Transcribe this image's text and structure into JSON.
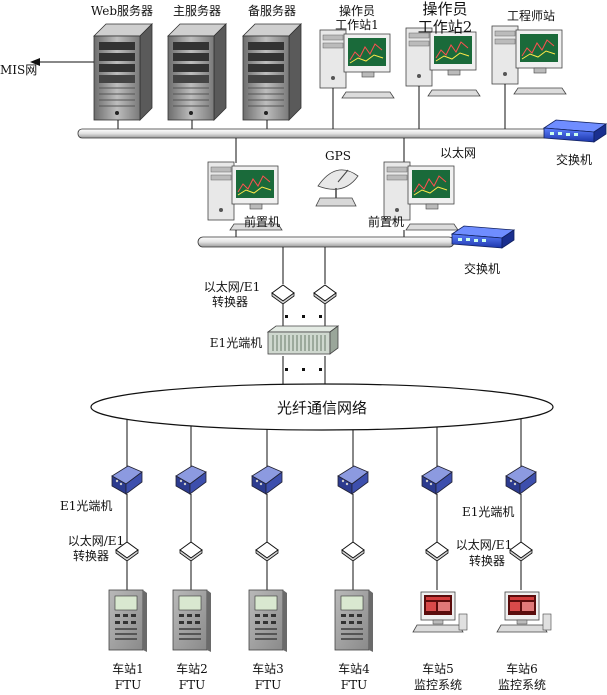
{
  "servers": [
    {
      "label": "Web服务器",
      "icon": "server-tower-icon"
    },
    {
      "label": "主服务器",
      "icon": "server-tower-icon"
    },
    {
      "label": "备服务器",
      "icon": "server-tower-icon"
    }
  ],
  "workstations": [
    {
      "line1": "操作员",
      "line2": "工作站1",
      "icon": "workstation-icon"
    },
    {
      "line1": "操作员",
      "line2": "工作站2",
      "icon": "workstation-icon"
    },
    {
      "line1": "工程师站",
      "line2": "",
      "icon": "workstation-icon"
    }
  ],
  "mis_label": "MIS网",
  "ethernet_label": "以太网",
  "switch_label": "交换机",
  "gps_label": "GPS",
  "frontend_label": "前置机",
  "converter_label_line1": "以太网/E1",
  "converter_label_line2": "转换器",
  "e1_terminal_label": "E1光端机",
  "fiber_network_label": "光纤通信网络",
  "stations": [
    {
      "name": "车站1",
      "type": "FTU"
    },
    {
      "name": "车站2",
      "type": "FTU"
    },
    {
      "name": "车站3",
      "type": "FTU"
    },
    {
      "name": "车站4",
      "type": "FTU"
    },
    {
      "name": "车站5",
      "type": "监控系统"
    },
    {
      "name": "车站6",
      "type": "监控系统"
    }
  ],
  "colors": {
    "line": "#111111",
    "switch_blue": "#2a4fd6",
    "screen": "#1a6a3a",
    "device_body": "#d9d9d9"
  }
}
